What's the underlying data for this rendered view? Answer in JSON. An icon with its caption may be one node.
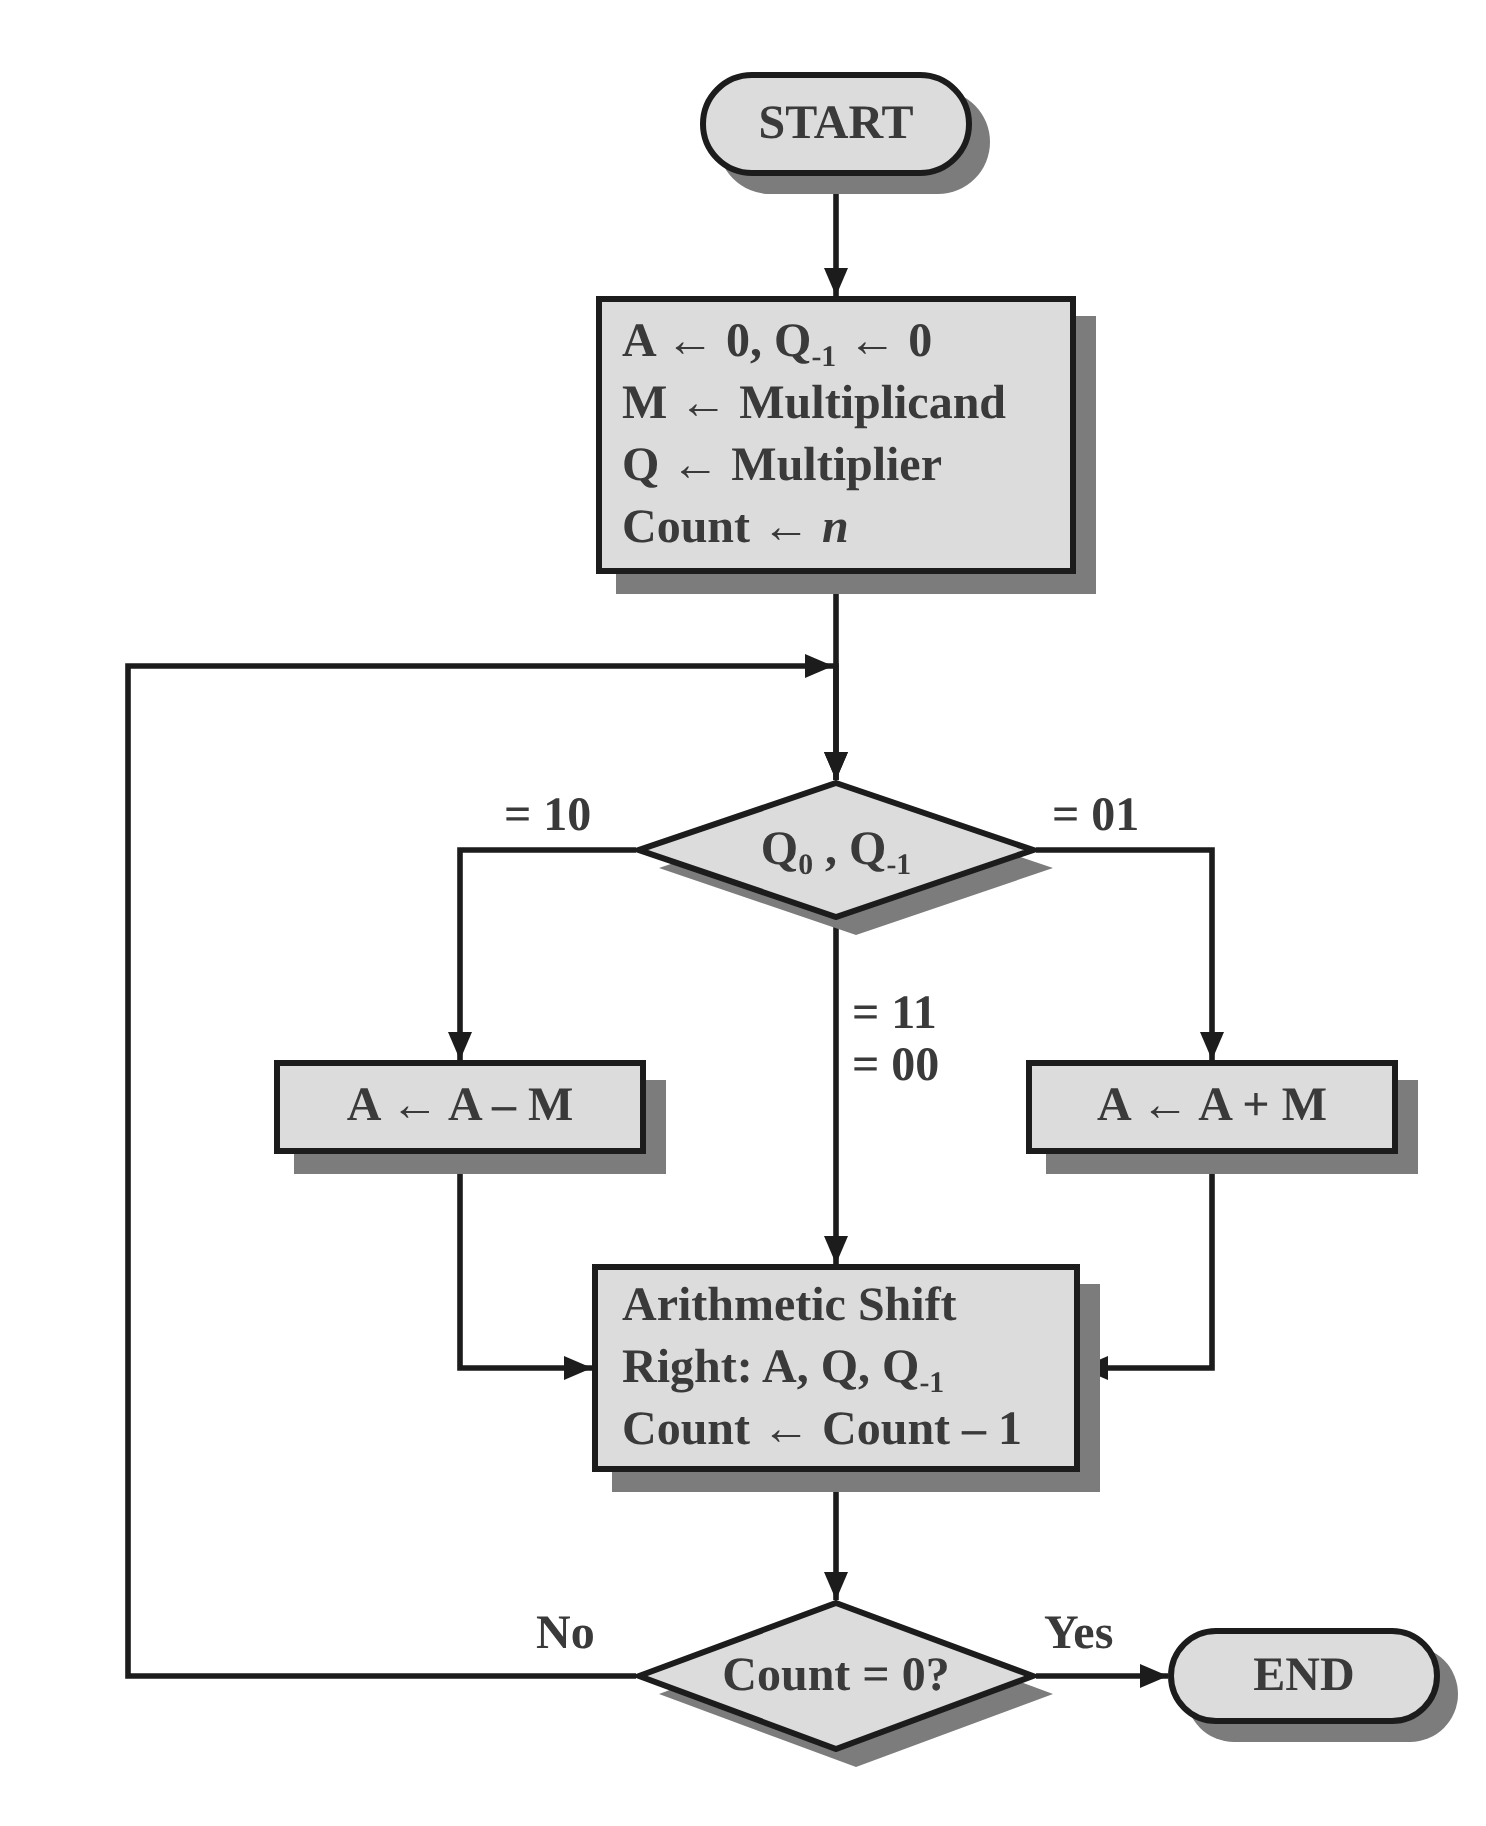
{
  "diagram": {
    "nodes": [
      {
        "text": [
          "START"
        ]
      },
      {
        "text": [
          "A ← 0, Q$_{-1}$ ← 0",
          "M ← Multiplicand",
          "Q ← Multiplier",
          "Count ← *n*"
        ]
      },
      {
        "text": [
          "Q$_{0}$ , Q$_{-1}$"
        ]
      },
      {
        "text": [
          "A ← A – M"
        ]
      },
      {
        "text": [
          "A ← A + M"
        ]
      },
      {
        "text": [
          "Arithmetic Shift Right: A, Q, Q$_{-1}$",
          "Count ← Count – 1"
        ]
      },
      {
        "text": [
          "Count = 0?"
        ]
      },
      {
        "text": [
          "END"
        ]
      }
    ],
    "edges": [
      {
        "from": 0,
        "to": 1,
        "arrow": "to"
      },
      {
        "from": 1,
        "to": 2,
        "arrow": "to"
      },
      {
        "from": 2,
        "to": 3,
        "arrow": "to",
        "label": "= 10"
      },
      {
        "from": 2,
        "to": 4,
        "arrow": "to",
        "label": "= 01"
      },
      {
        "from": 2,
        "to": 5,
        "arrow": "to",
        "label": "= 11 = 00"
      },
      {
        "from": 3,
        "to": 5,
        "arrow": "to"
      },
      {
        "from": 4,
        "to": 5,
        "arrow": "to"
      },
      {
        "from": 5,
        "to": 6,
        "arrow": "to"
      },
      {
        "from": 6,
        "to": 7,
        "arrow": "to",
        "label": "Yes"
      },
      {
        "from": 6,
        "to": 2,
        "arrow": "to",
        "label": "No"
      }
    ]
  }
}
